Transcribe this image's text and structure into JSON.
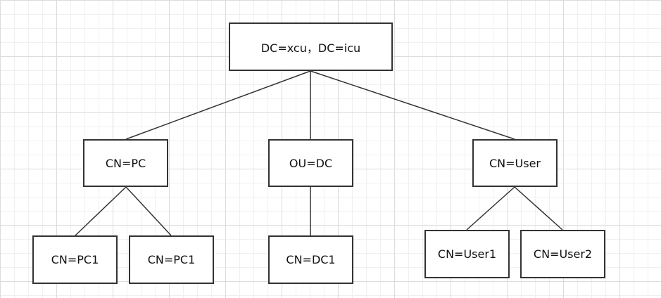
{
  "diagram": {
    "nodes": {
      "root": "DC=xcu，DC=icu",
      "pc": "CN=PC",
      "ou": "OU=DC",
      "user": "CN=User",
      "pc1a": "CN=PC1",
      "pc1b": "CN=PC1",
      "dc1": "CN=DC1",
      "user1": "CN=User1",
      "user2": "CN=User2"
    },
    "edges": [
      [
        "root",
        "pc"
      ],
      [
        "root",
        "ou"
      ],
      [
        "root",
        "user"
      ],
      [
        "pc",
        "pc1a"
      ],
      [
        "pc",
        "pc1b"
      ],
      [
        "ou",
        "dc1"
      ],
      [
        "user",
        "user1"
      ],
      [
        "user",
        "user2"
      ]
    ],
    "colors": {
      "stroke": "#333333",
      "background": "#ffffff",
      "grid": "#dcdcdc"
    }
  }
}
